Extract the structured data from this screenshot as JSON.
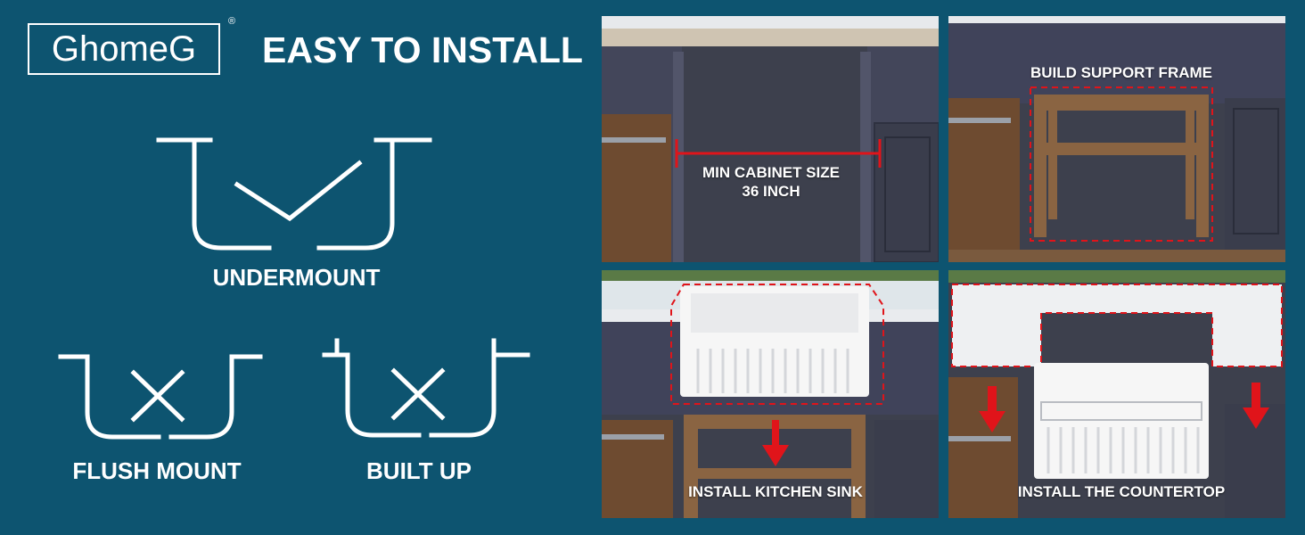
{
  "brand": {
    "name": "GhomeG",
    "registered": "®"
  },
  "headline": "EASY TO INSTALL",
  "mount_types": {
    "undermount": "UNDERMOUNT",
    "flush": "FLUSH MOUNT",
    "built_up": "BUILT UP"
  },
  "steps": {
    "step1": {
      "line1": "MIN CABINET SIZE",
      "line2": "36 INCH"
    },
    "step2": "BUILD SUPPORT FRAME",
    "step3": "INSTALL KITCHEN SINK",
    "step4": "INSTALL THE COUNTERTOP"
  },
  "colors": {
    "background": "#0d5470",
    "cabinet": "#3b3e4b",
    "accent_red": "#e0141a",
    "wood": "#8a6442"
  }
}
